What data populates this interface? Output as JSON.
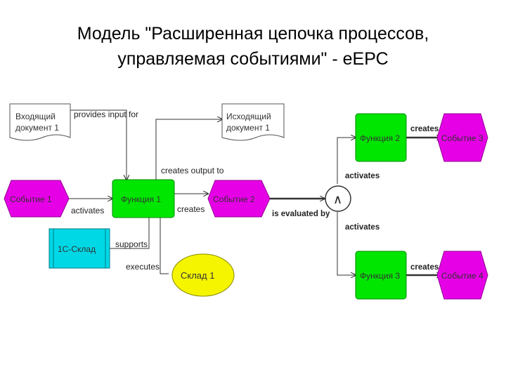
{
  "title": {
    "line1": "Модель \"Расширенная цепочка процессов,",
    "line2": "управляемая событиями\" - еЕРС"
  },
  "nodes": {
    "doc_in": "Входящий документ 1",
    "doc_in_l1": "Входящий",
    "doc_in_l2": "документ 1",
    "doc_out_l1": "Исходящий",
    "doc_out_l2": "документ 1",
    "event1": "Событие 1",
    "event2": "Событие 2",
    "event3": "Событие 3",
    "event4": "Событие 4",
    "func1": "Функция 1",
    "func2": "Функция 2",
    "func3": "Функция 3",
    "system": "1С-Склад",
    "warehouse": "Склад 1",
    "connector": "∧"
  },
  "edges": {
    "provides_input": "provides input for",
    "creates_output": "creates output to",
    "activates1": "activates",
    "creates1": "creates",
    "supports": "supports",
    "executes": "executes",
    "evaluated": "is evaluated by",
    "activates2": "activates",
    "activates3": "activates",
    "creates2": "creates",
    "creates3": "creates"
  },
  "colors": {
    "event": "#e600e6",
    "function": "#00e600",
    "system": "#00d8e6",
    "org": "#f5f500",
    "document": "#ffffff"
  }
}
